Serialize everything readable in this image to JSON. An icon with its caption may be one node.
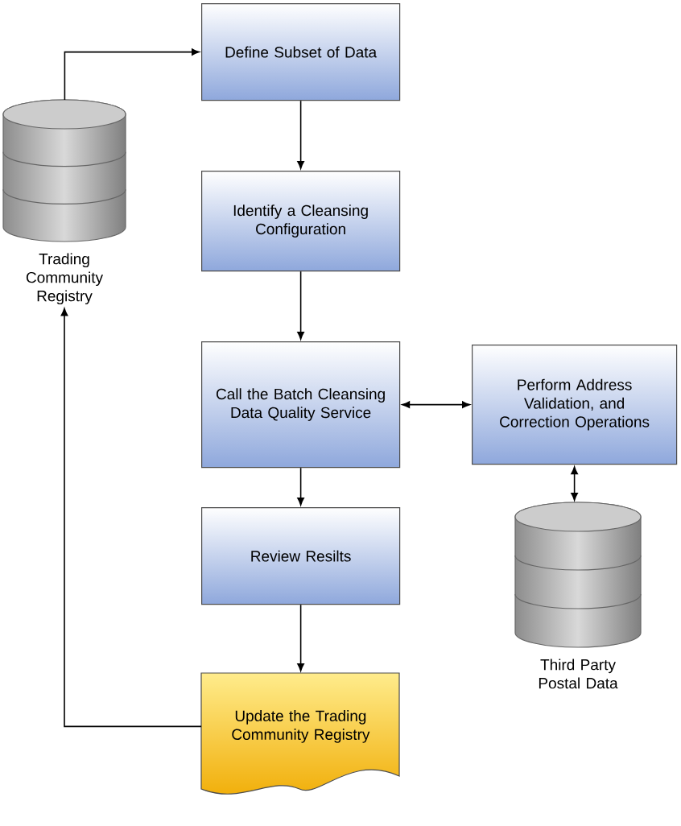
{
  "diagram": {
    "nodes": [
      {
        "text": [
          "Define Subset of Data"
        ]
      },
      {
        "text": [],
        "shape": "cylinder",
        "beside": [
          "Trading Community Registry"
        ]
      },
      {
        "text": [
          "Identify a Cleansing Configuration"
        ]
      },
      {
        "text": [
          "Call the Batch Cleansing Data Quality Service"
        ]
      },
      {
        "text": [
          "Perform Address Validation, and Correction Operations"
        ]
      },
      {
        "text": [
          "Review Resilts"
        ]
      },
      {
        "text": [],
        "shape": "cylinder",
        "beside": [
          "Third Party Postal Data"
        ]
      },
      {
        "text": [
          "Update the Trading Community Registry"
        ]
      }
    ],
    "edges": [
      {
        "from": 1,
        "to": 0,
        "arrow": "to"
      },
      {
        "from": 0,
        "to": 2,
        "arrow": "to"
      },
      {
        "from": 2,
        "to": 3,
        "arrow": "to"
      },
      {
        "from": 3,
        "to": 4,
        "arrow": "both"
      },
      {
        "from": 4,
        "to": 6,
        "arrow": "both"
      },
      {
        "from": 3,
        "to": 5,
        "arrow": "to"
      },
      {
        "from": 5,
        "to": 7,
        "arrow": "to"
      },
      {
        "from": 7,
        "to": 1,
        "arrow": "to"
      }
    ]
  }
}
